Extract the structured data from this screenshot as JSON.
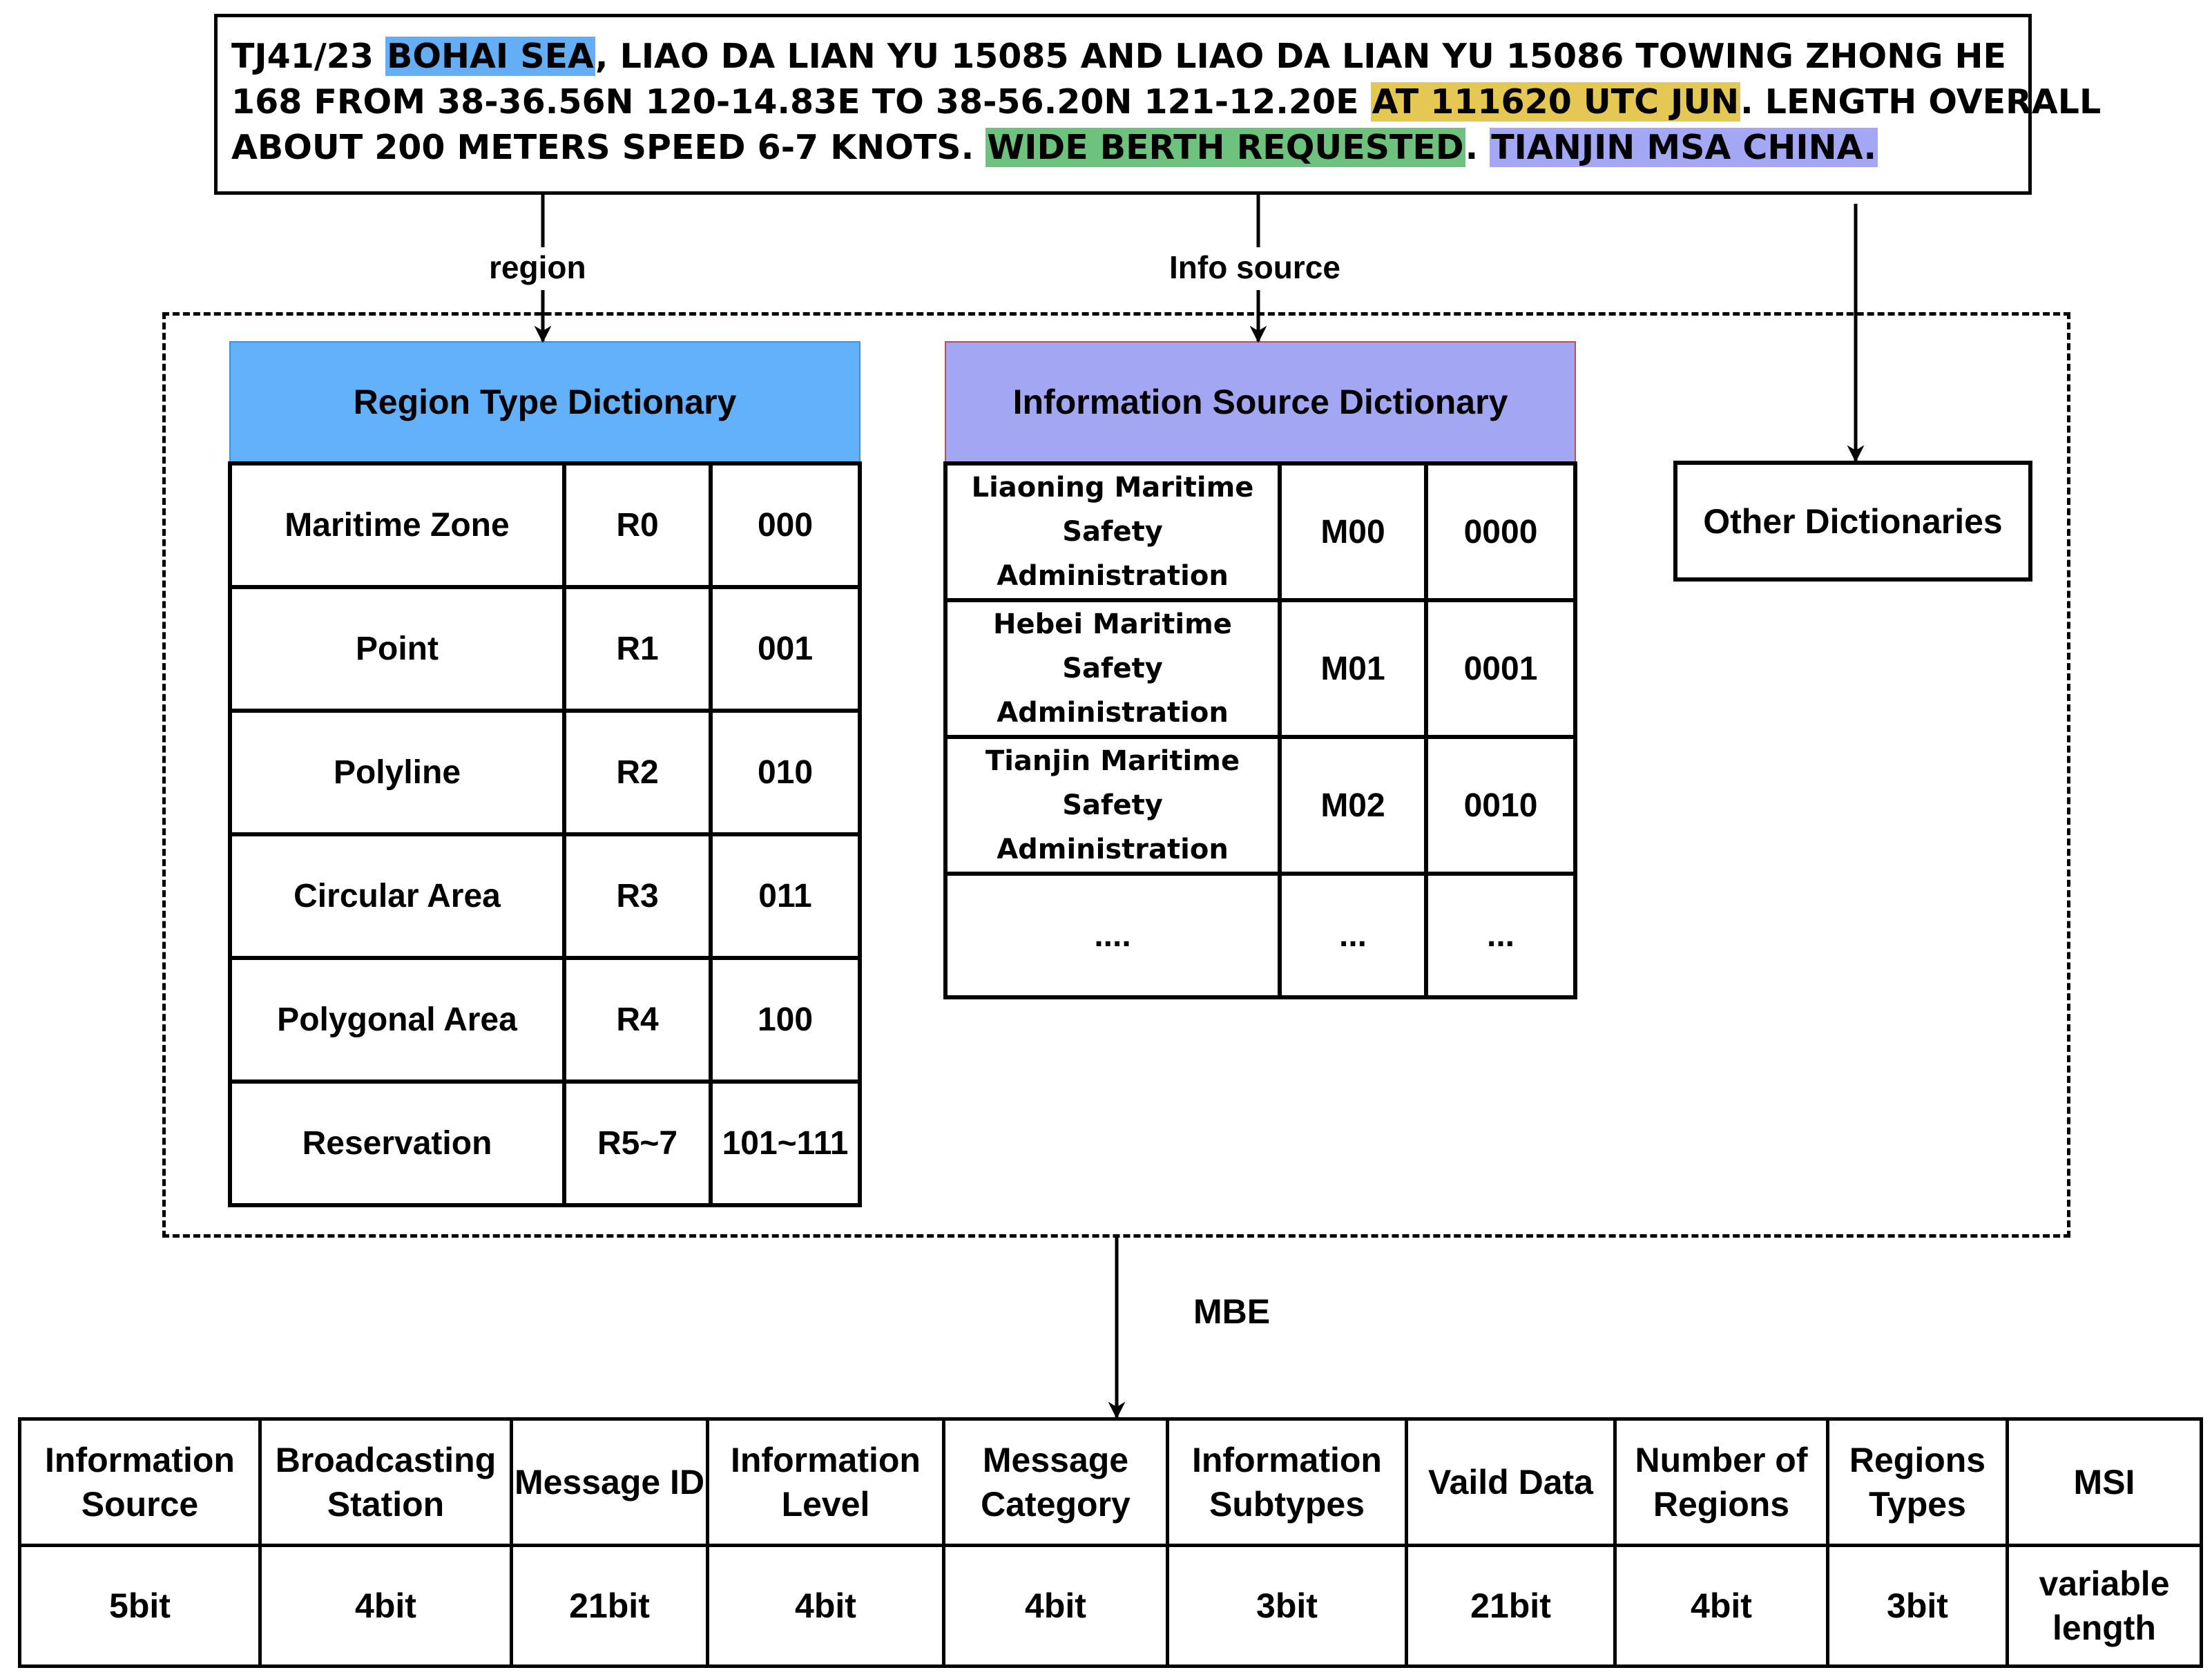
{
  "message": {
    "segments": [
      {
        "text": "TJ41/23 ",
        "highlight": null
      },
      {
        "text": "BOHAI SEA",
        "highlight": "#64aef5"
      },
      {
        "text": ", LIAO DA LIAN YU 15085 AND LIAO DA LIAN YU 15086 TOWING ZHONG HE",
        "highlight": null
      },
      {
        "text": "168 FROM 38-36.56N 120-14.83E TO 38-56.20N 121-12.20E ",
        "highlight": null
      },
      {
        "text": "AT 111620 UTC JUN",
        "highlight": "#e5c753"
      },
      {
        "text": ". LENGTH OVERALL",
        "highlight": null
      },
      {
        "text": "ABOUT 200 METERS SPEED 6-7 KNOTS. ",
        "highlight": null
      },
      {
        "text": "WIDE BERTH REQUESTED",
        "highlight": "#6dc27e"
      },
      {
        "text": ". ",
        "highlight": null
      },
      {
        "text": "TIANJIN MSA CHINA.",
        "highlight": "#a4a8f4"
      }
    ],
    "line_breaks_after": [
      2,
      5
    ]
  },
  "labels": {
    "region": "region",
    "info_source": "Info source",
    "mbe": "MBE"
  },
  "region_dict": {
    "title": "Region Type Dictionary",
    "header_color": "#63b0fb",
    "rows": [
      [
        "Maritime Zone",
        "R0",
        "000"
      ],
      [
        "Point",
        "R1",
        "001"
      ],
      [
        "Polyline",
        "R2",
        "010"
      ],
      [
        "Circular Area",
        "R3",
        "011"
      ],
      [
        "Polygonal Area",
        "R4",
        "100"
      ],
      [
        "Reservation",
        "R5~7",
        "101~111"
      ]
    ]
  },
  "source_dict": {
    "title": "Information Source Dictionary",
    "header_color": "#a2a6f3",
    "rows": [
      [
        "Liaoning Maritime Safety Administration",
        "M00",
        "0000"
      ],
      [
        "Hebei Maritime Safety Administration",
        "M01",
        "0001"
      ],
      [
        "Tianjin Maritime Safety Administration",
        "M02",
        "0010"
      ],
      [
        "....",
        "...",
        "..."
      ]
    ]
  },
  "other_dict": "Other Dictionaries",
  "mbe_fields": {
    "headers": [
      "Information Source",
      "Broadcasting Station",
      "Message ID",
      "Information Level",
      "Message Category",
      "Information Subtypes",
      "Vaild Data",
      "Number of Regions",
      "Regions Types",
      "MSI"
    ],
    "bits": [
      "5bit",
      "4bit",
      "21bit",
      "4bit",
      "4bit",
      "3bit",
      "21bit",
      "4bit",
      "3bit",
      "variable length"
    ]
  }
}
